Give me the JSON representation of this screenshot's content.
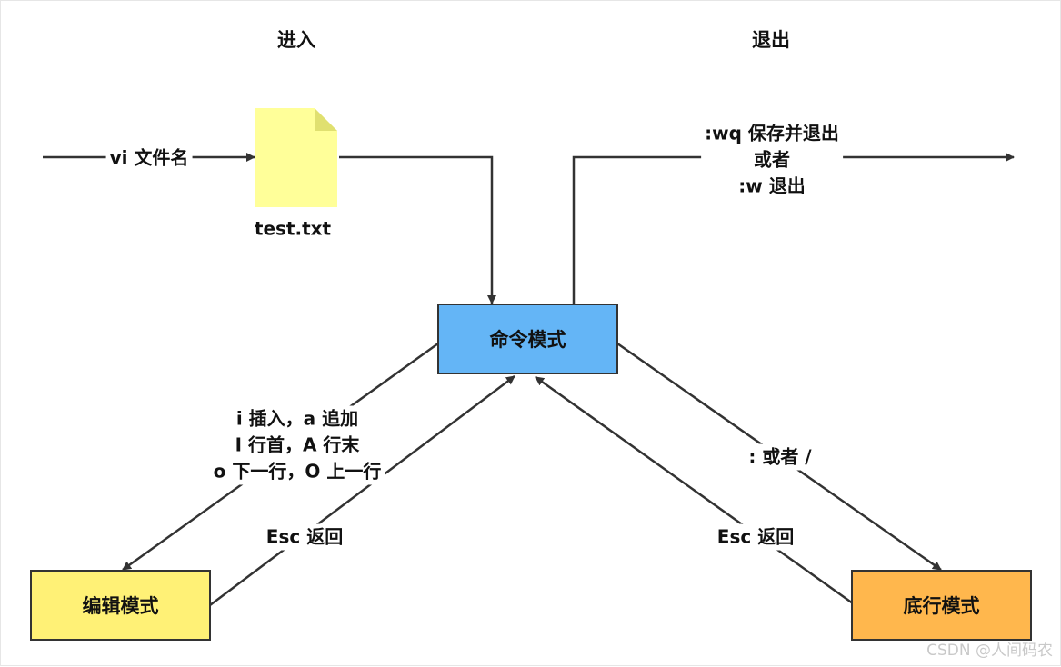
{
  "headers": {
    "enter": "进入",
    "exit": "退出"
  },
  "file": {
    "name": "test.txt",
    "color": "#ffff99",
    "fold_color": "#e0e070"
  },
  "edges": {
    "open": "vi 文件名",
    "save_quit": [
      ":wq 保存并退出",
      "或者",
      ":w 退出"
    ],
    "insert": [
      "i 插入，a 追加",
      "I 行首，A 行末",
      "o 下一行，O 上一行"
    ],
    "esc_left": "Esc 返回",
    "colon": ": 或者 /",
    "esc_right": "Esc 返回"
  },
  "modes": {
    "command": {
      "label": "命令模式",
      "color": "#64b5f6"
    },
    "edit": {
      "label": "编辑模式",
      "color": "#fff176"
    },
    "lastline": {
      "label": "底行模式",
      "color": "#ffb74d"
    }
  },
  "watermark": "CSDN @人间码农",
  "colors": {
    "line": "#333333"
  }
}
